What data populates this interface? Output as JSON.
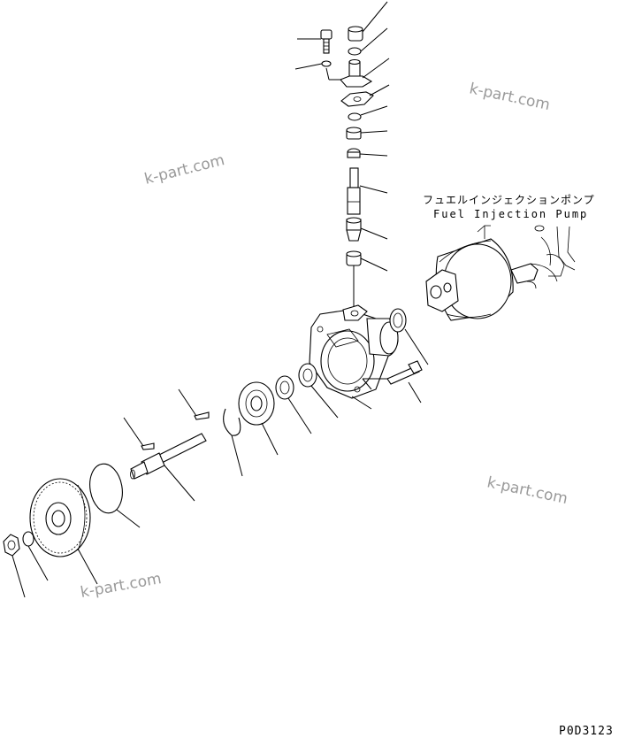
{
  "diagram": {
    "callout_jp": "フュエルインジェクションポンプ",
    "callout_en": "Fuel Injection Pump",
    "drawing_code": "P0D3123",
    "watermarks": [
      "k-part.com",
      "k-part.com",
      "k-part.com",
      "k-part.com"
    ]
  }
}
